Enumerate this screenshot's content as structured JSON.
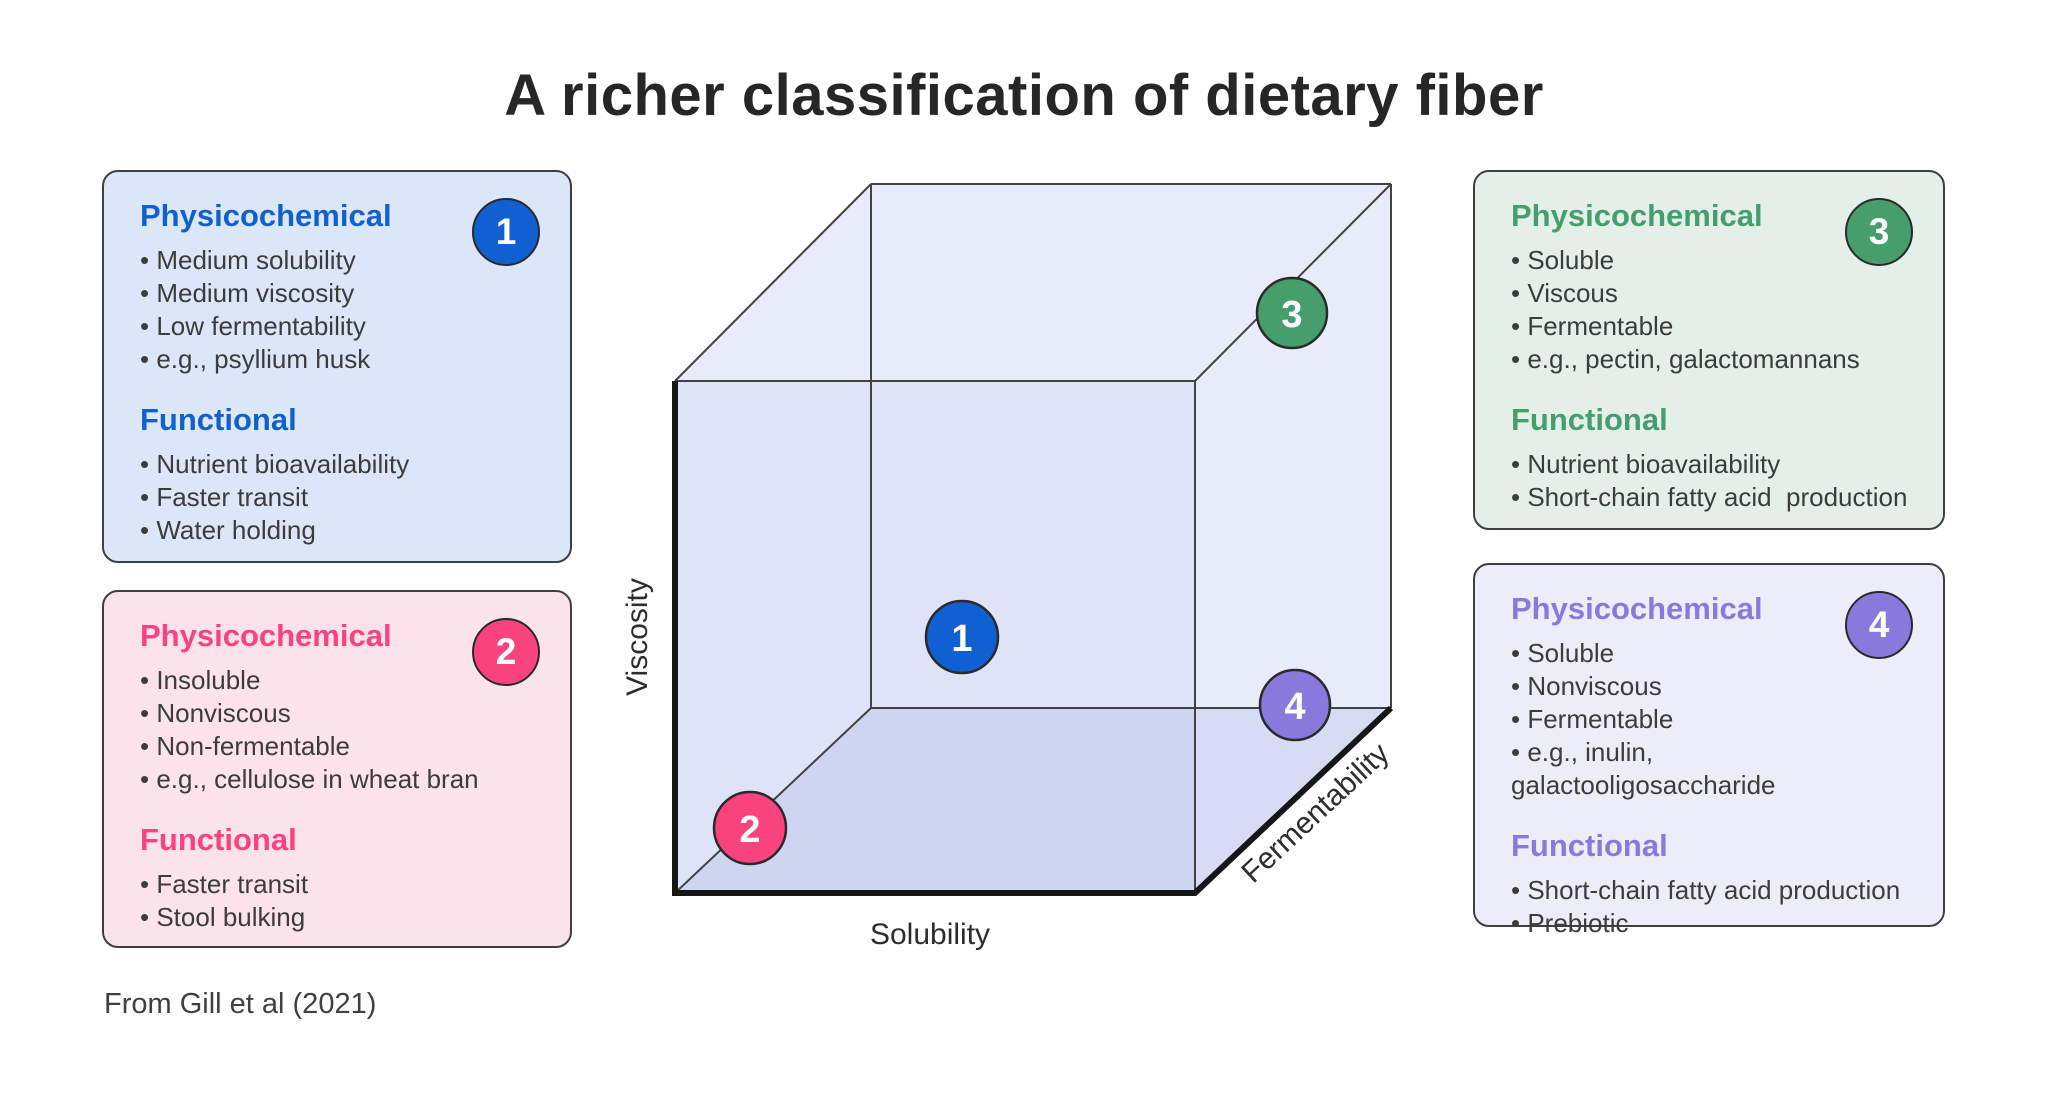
{
  "title": "A richer classification of dietary fiber",
  "attribution": "From Gill et al (2021)",
  "colors": {
    "blue": "#1160d2",
    "pink": "#f9437f",
    "green": "#459e6c",
    "purple": "#8a79dd",
    "box_blue_bg": "#dbe7f8",
    "box_pink_bg": "#fce3eb",
    "box_green_bg": "#e4efe9",
    "box_purple_bg": "#edecf9",
    "cube_face": "#dee3f7"
  },
  "cube": {
    "axes": {
      "x": "Solubility",
      "y": "Viscosity",
      "z": "Fermentability"
    },
    "points": [
      {
        "label": "1",
        "color": "#1160d2"
      },
      {
        "label": "2",
        "color": "#f9437f"
      },
      {
        "label": "3",
        "color": "#459e6c"
      },
      {
        "label": "4",
        "color": "#8a79dd"
      }
    ]
  },
  "boxes": [
    {
      "badge": "1",
      "accent": "#1160d2",
      "sections": [
        {
          "heading": "Physicochemical",
          "bullets": [
            "Medium solubility",
            "Medium viscosity",
            "Low fermentability",
            "e.g., psyllium husk"
          ]
        },
        {
          "heading": "Functional",
          "bullets": [
            "Nutrient bioavailability",
            "Faster transit",
            "Water holding"
          ]
        }
      ]
    },
    {
      "badge": "2",
      "accent": "#f9437f",
      "sections": [
        {
          "heading": "Physicochemical",
          "bullets": [
            "Insoluble",
            "Nonviscous",
            "Non-fermentable",
            "e.g., cellulose in wheat bran"
          ]
        },
        {
          "heading": "Functional",
          "bullets": [
            "Faster transit",
            "Stool bulking"
          ]
        }
      ]
    },
    {
      "badge": "3",
      "accent": "#459e6c",
      "sections": [
        {
          "heading": "Physicochemical",
          "bullets": [
            "Soluble",
            "Viscous",
            "Fermentable",
            "e.g., pectin, galactomannans"
          ]
        },
        {
          "heading": "Functional",
          "bullets": [
            "Nutrient bioavailability",
            "Short-chain fatty acid  production"
          ]
        }
      ]
    },
    {
      "badge": "4",
      "accent": "#8a79dd",
      "sections": [
        {
          "heading": "Physicochemical",
          "bullets": [
            "Soluble",
            "Nonviscous",
            "Fermentable",
            "e.g., inulin,  galactooligosaccharide"
          ]
        },
        {
          "heading": "Functional",
          "bullets": [
            "Short-chain fatty acid production",
            "Prebiotic"
          ]
        }
      ]
    }
  ]
}
